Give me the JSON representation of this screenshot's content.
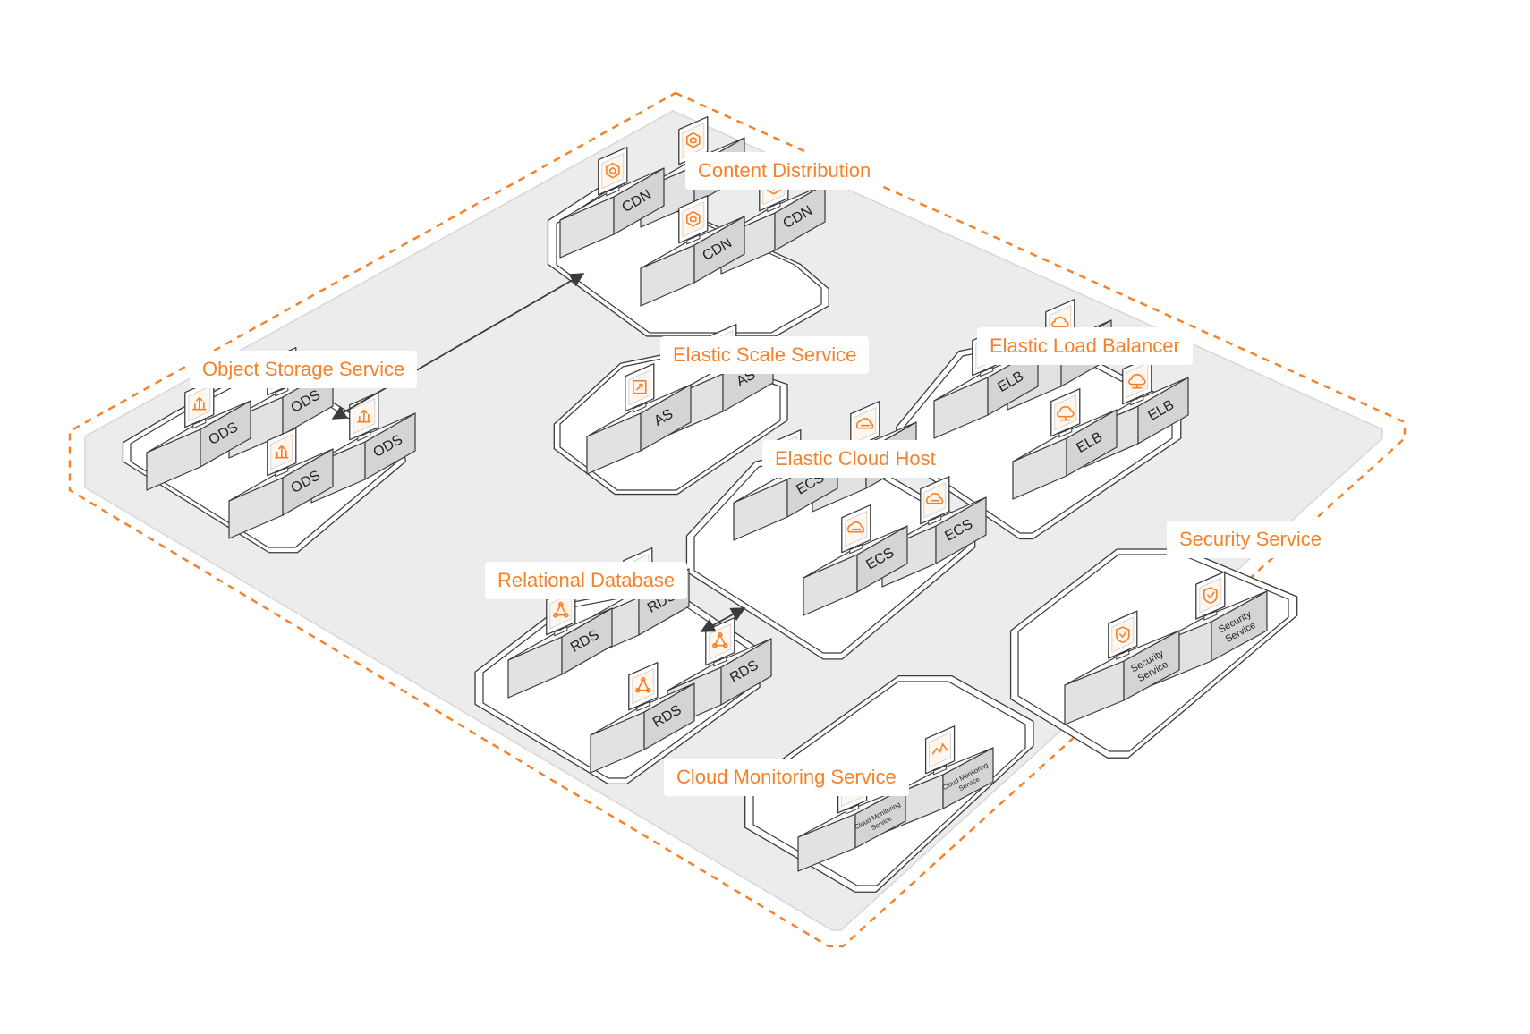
{
  "colors": {
    "accent": "#f5822a",
    "platform": "#ececed",
    "server_top": "#f7f7f7",
    "server_side": "#d4d4d6",
    "server_front": "#e2e2e4",
    "stroke": "#3a3a3a"
  },
  "groups": [
    {
      "id": "content-distribution",
      "title": "Content Distribution",
      "icon": "cdn-icon",
      "servers": [
        "CDN",
        "CDN",
        "CDN",
        "CDN"
      ]
    },
    {
      "id": "object-storage",
      "title": "Object Storage Service",
      "icon": "storage-chart-icon",
      "servers": [
        "ODS",
        "ODS",
        "ODS",
        "ODS"
      ]
    },
    {
      "id": "elastic-scale",
      "title": "Elastic Scale Service",
      "icon": "scale-arrows-icon",
      "servers": [
        "AS",
        "AS"
      ]
    },
    {
      "id": "elastic-load-balancer",
      "title": "Elastic Load Balancer",
      "icon": "load-balancer-icon",
      "servers": [
        "ELB",
        "ELB",
        "ELB",
        "ELB"
      ]
    },
    {
      "id": "elastic-cloud-host",
      "title": "Elastic Cloud Host",
      "icon": "cloud-icon",
      "servers": [
        "ECS",
        "ECS",
        "ECS",
        "ECS"
      ]
    },
    {
      "id": "relational-database",
      "title": "Relational Database",
      "icon": "database-network-icon",
      "servers": [
        "RDS",
        "RDS",
        "RDS",
        "RDS"
      ]
    },
    {
      "id": "security-service",
      "title": "Security Service",
      "icon": "shield-icon",
      "servers": [
        "Security Service",
        "Security Service"
      ]
    },
    {
      "id": "cloud-monitoring",
      "title": "Cloud Monitoring Service",
      "icon": "monitoring-graph-icon",
      "servers": [
        "Cloud Monitoring Service",
        "Cloud Monitoring Service"
      ]
    }
  ],
  "connections": [
    {
      "from": "object-storage",
      "to": "content-distribution",
      "arrows": "both"
    },
    {
      "from": "relational-database",
      "to": "elastic-cloud-host",
      "arrows": "both"
    }
  ]
}
